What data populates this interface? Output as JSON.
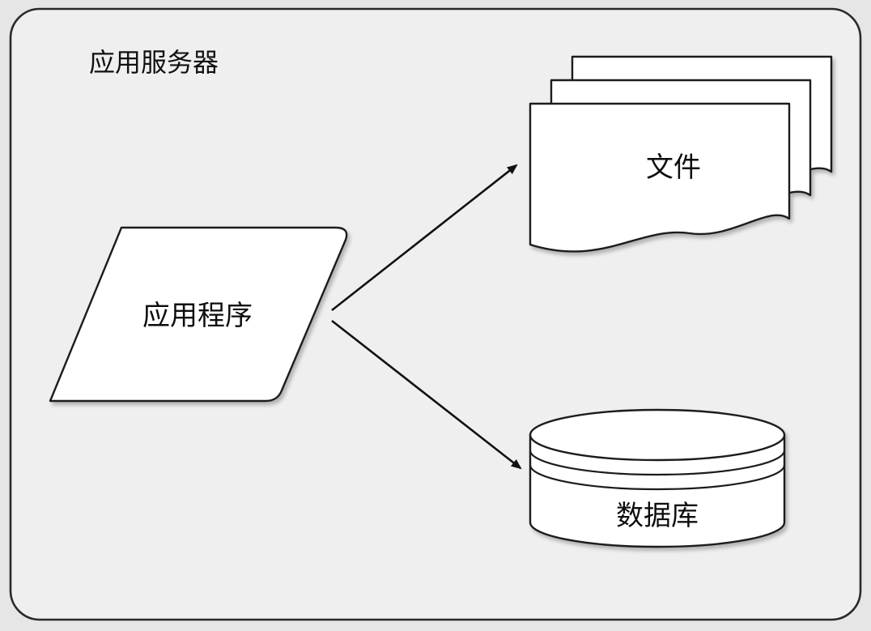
{
  "diagram": {
    "title": "应用服务器",
    "nodes": {
      "application": {
        "label": "应用程序",
        "shape": "parallelogram"
      },
      "files": {
        "label": "文件",
        "shape": "multi-document"
      },
      "database": {
        "label": "数据库",
        "shape": "cylinder"
      }
    },
    "edges": [
      {
        "from": "application",
        "to": "files"
      },
      {
        "from": "application",
        "to": "database"
      }
    ],
    "colors": {
      "background": "#e6e6e6",
      "container_fill": "#efefef",
      "shape_fill": "#ffffff",
      "stroke": "#1c1c1c"
    }
  }
}
